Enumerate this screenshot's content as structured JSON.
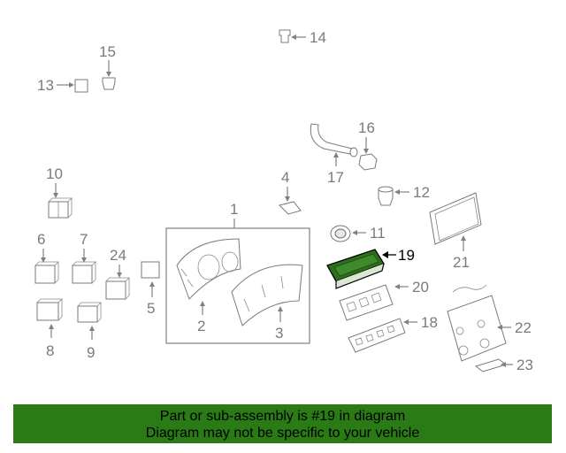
{
  "diagram": {
    "highlight_color": "#2e6f1e",
    "highlighted_callout": "19",
    "callouts": {
      "c1": "1",
      "c2": "2",
      "c3": "3",
      "c4": "4",
      "c5": "5",
      "c6": "6",
      "c7": "7",
      "c8": "8",
      "c9": "9",
      "c10": "10",
      "c11": "11",
      "c12": "12",
      "c13": "13",
      "c14": "14",
      "c15": "15",
      "c16": "16",
      "c17": "17",
      "c18": "18",
      "c19": "19",
      "c20": "20",
      "c21": "21",
      "c22": "22",
      "c23": "23",
      "c24": "24"
    }
  },
  "banner": {
    "background": "#2a7a16",
    "line1": "Part or sub-assembly is #19 in diagram",
    "line2": "Diagram may not be specific to your vehicle"
  }
}
